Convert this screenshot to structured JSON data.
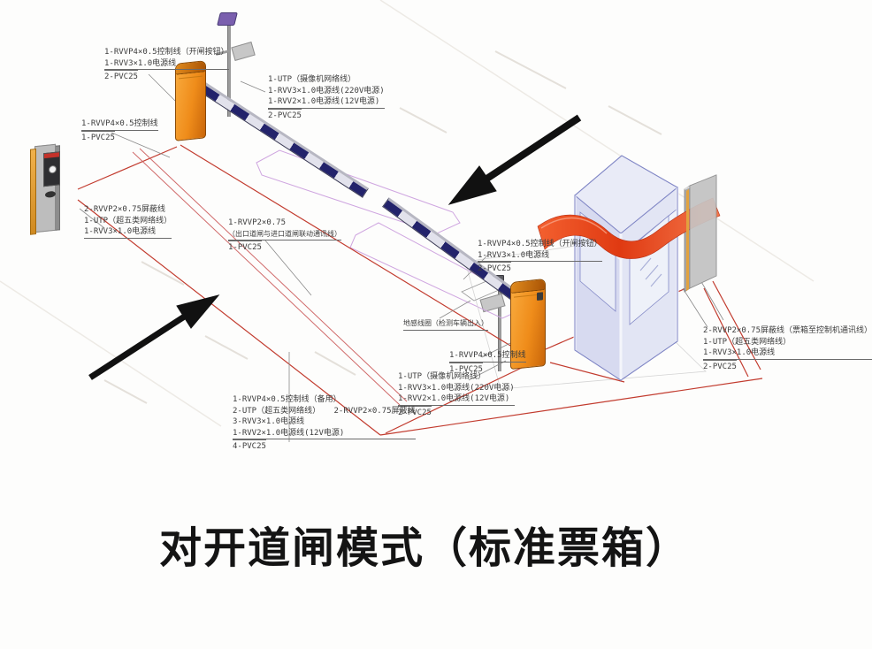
{
  "title": "对开道闸模式（标准票箱）",
  "labels": {
    "top_left": [
      "1-RVVP4×0.5控制线（开闸按钮）",
      "1-RVV3×1.0电源线",
      "2-PVC25"
    ],
    "left": [
      "1-RVVP4×0.5控制线",
      "1-PVC25"
    ],
    "top_center": [
      "1-UTP（摄像机网络线）",
      "1-RVV3×1.0电源线(220V电源)",
      "1-RVV2×1.0电源线(12V电源)",
      "2-PVC25"
    ],
    "machine_left": [
      "2-RVVP2×0.75屏蔽线",
      "1-UTP（超五类网络线）",
      "1-RVV3×1.0电源线"
    ],
    "center": [
      "1-RVVP2×0.75",
      "（出口道闸与进口道闸联动通讯线）",
      "1-PVC25"
    ],
    "mid_right": [
      "1-RVVP4×0.5控制线（开闸按钮）",
      "1-RVV3×1.0电源线",
      "2-PVC25"
    ],
    "loop": "地感线圈（检测车辆出入）",
    "mid_center": [
      "1-RVVP4×0.5控制线",
      "1-PVC25"
    ],
    "mid_bottom": [
      "1-UTP（摄像机网络线）",
      "1-RVV3×1.0电源线(220V电源)",
      "1-RVV2×1.0电源线(12V电源)",
      "2-PVC25"
    ],
    "bottom_left": [
      "1-RVVP4×0.5控制线（备用）",
      "2-UTP（超五类网络线）",
      "2-RVVP2×0.75屏蔽线",
      "3-RVV3×1.0电源线",
      "1-RVV2×1.0电源线(12V电源)",
      "4-PVC25"
    ],
    "right": [
      "2-RVVP2×0.75屏蔽线（票箱至控制机通讯线）",
      "1-UTP（超五类网络线）",
      "1-RVV3×1.0电源线",
      "2-PVC25"
    ]
  },
  "colors": {
    "wire_red": "#c23b2e",
    "barrier_orange": "#ef8c1a",
    "arm_navy": "#23236b",
    "booth_fill": "#dfe3f4",
    "booth_line": "#8288c6",
    "ribbon_red": "#e8492a",
    "island_outline": "#cfa6e0",
    "label_text": "#3c3c3c"
  }
}
